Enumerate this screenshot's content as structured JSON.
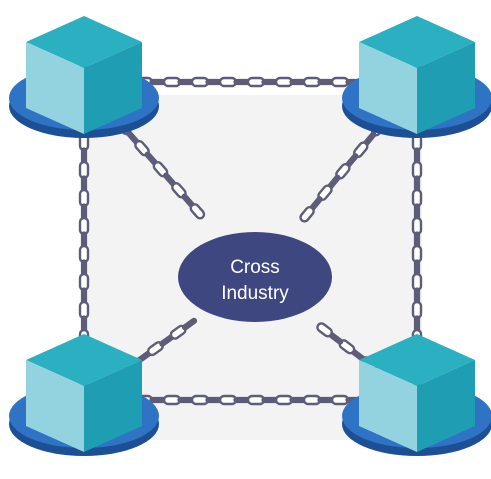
{
  "diagram": {
    "center_label_line1": "Cross",
    "center_label_line2": "Industry",
    "nodes": [
      {
        "id": "node-top-left"
      },
      {
        "id": "node-top-right"
      },
      {
        "id": "node-bottom-left"
      },
      {
        "id": "node-bottom-right"
      }
    ],
    "connections": [
      {
        "from": "node-top-left",
        "to": "node-top-right"
      },
      {
        "from": "node-bottom-left",
        "to": "node-bottom-right"
      },
      {
        "from": "node-top-left",
        "to": "node-bottom-left"
      },
      {
        "from": "node-top-right",
        "to": "node-bottom-right"
      },
      {
        "from": "node-top-left",
        "to": "center-hub"
      },
      {
        "from": "node-top-right",
        "to": "center-hub"
      },
      {
        "from": "node-bottom-left",
        "to": "center-hub"
      },
      {
        "from": "node-bottom-right",
        "to": "center-hub"
      }
    ],
    "colors": {
      "background_panel": "#f3f3f3",
      "chain_link": "#5d5d7a",
      "chain_fill": "#ffffff",
      "disk_top": "#2f73c4",
      "disk_side": "#1d4f95",
      "cube_top": "#2ab0c0",
      "cube_left": "#93d3df",
      "cube_right": "#1f9db2",
      "hub_fill": "#3f4780",
      "hub_text": "#ffffff"
    }
  }
}
